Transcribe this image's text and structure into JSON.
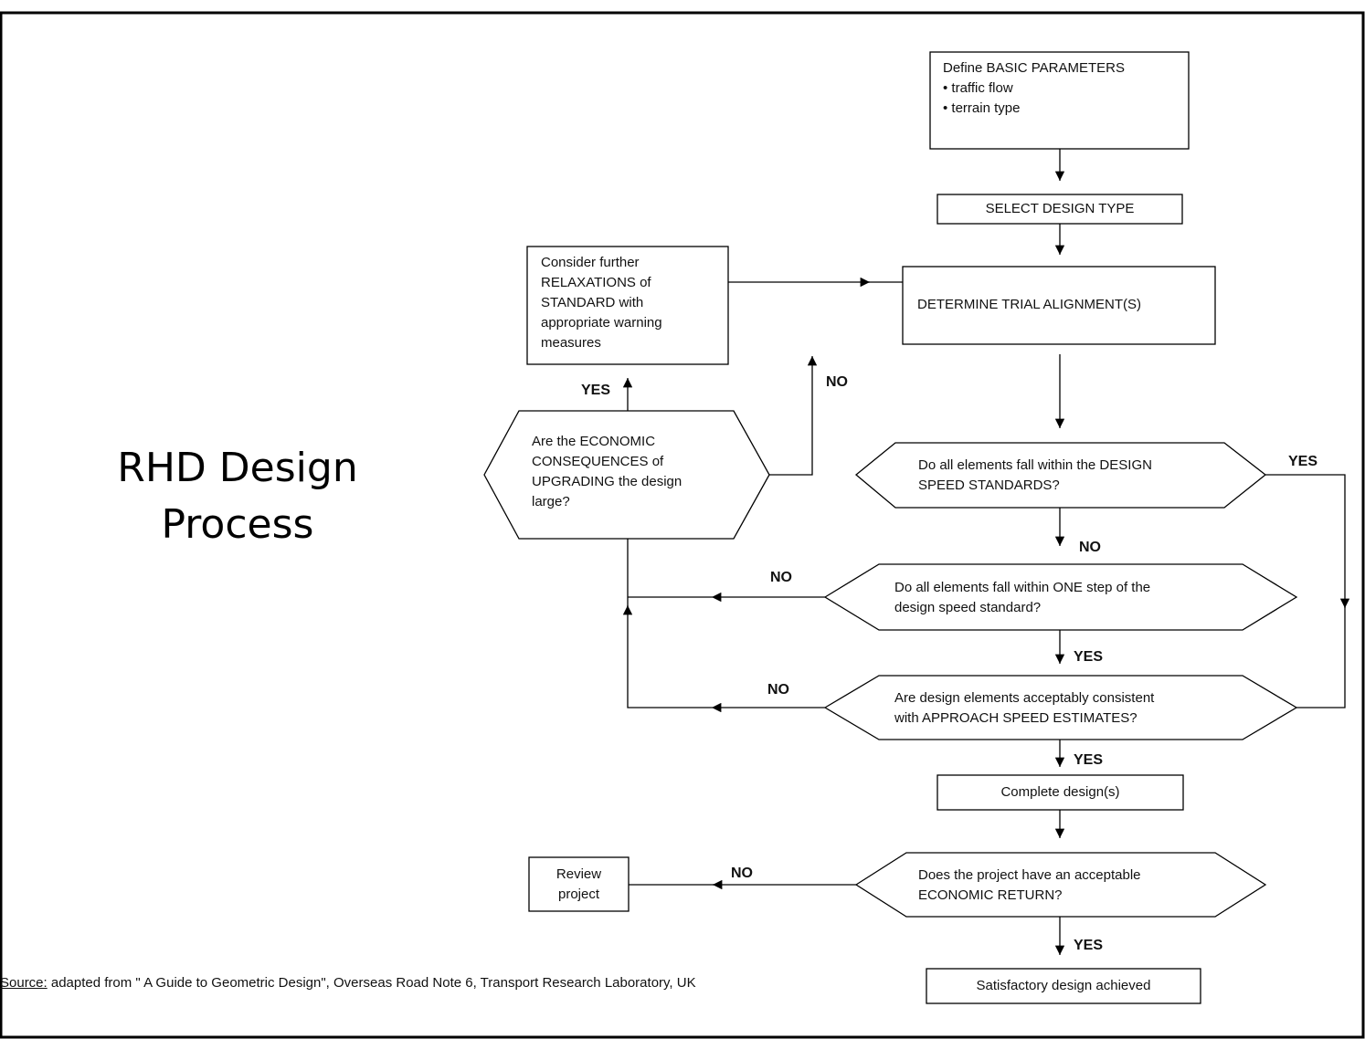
{
  "title": [
    "RHD Design",
    "Process"
  ],
  "boxes": {
    "define_parameters": [
      "Define BASIC PARAMETERS",
      "• traffic flow",
      "• terrain type"
    ],
    "select_design_type": "SELECT DESIGN TYPE",
    "consider_relaxations": [
      "Consider further",
      "RELAXATIONS of",
      "STANDARD with",
      "appropriate warning",
      "measures"
    ],
    "determine_alignment": "DETERMINE TRIAL ALIGNMENT(S)",
    "complete_design": "Complete design(s)",
    "review_project": [
      "Review",
      "project"
    ],
    "satisfactory_design": "Satisfactory design achieved"
  },
  "decisions": {
    "economic_consequences": [
      "Are the ECONOMIC",
      "CONSEQUENCES of",
      "UPGRADING the design",
      "large?"
    ],
    "design_speed_standards": [
      "Do all elements fall within the DESIGN",
      "SPEED STANDARDS?"
    ],
    "one_step": [
      "Do all elements fall within ONE step of the",
      "design speed standard?"
    ],
    "approach_speed": [
      "Are design elements acceptably consistent",
      "with APPROACH SPEED ESTIMATES?"
    ],
    "economic_return": [
      "Does the project have an acceptable",
      "ECONOMIC RETURN?"
    ]
  },
  "labels": {
    "yes": "YES",
    "no": "NO"
  },
  "source": {
    "prefix": "Source:",
    "text": " adapted from \" A Guide to Geometric Design\", Overseas Road Note 6, Transport Research Laboratory, UK"
  }
}
